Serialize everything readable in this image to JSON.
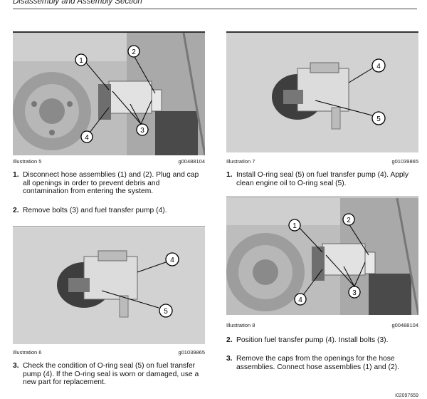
{
  "header": {
    "section_title": "Disassembly and Assembly Section"
  },
  "illustrations": [
    {
      "label": "Illustration 5",
      "code": "g00488104",
      "callouts": [
        "1",
        "2",
        "3",
        "4"
      ]
    },
    {
      "label": "Illustration 6",
      "code": "g01039865",
      "callouts": [
        "4",
        "5"
      ]
    },
    {
      "label": "Illustration 7",
      "code": "g01039865",
      "callouts": [
        "4",
        "5"
      ]
    },
    {
      "label": "Illustration 8",
      "code": "g00488104",
      "callouts": [
        "1",
        "2",
        "3",
        "4"
      ]
    }
  ],
  "steps": {
    "left": [
      {
        "num": "1.",
        "text": "Disconnect hose assemblies (1) and (2). Plug and cap all openings in order to prevent debris and contamination from entering the system."
      },
      {
        "num": "2.",
        "text": "Remove bolts (3) and fuel transfer pump (4)."
      },
      {
        "num": "3.",
        "text": "Check the condition of O-ring seal (5) on fuel transfer pump (4). If the O-ring seal is worn or damaged, use a new part for replacement."
      }
    ],
    "right": [
      {
        "num": "1.",
        "text": "Install O-ring seal (5) on fuel transfer pump (4). Apply clean engine oil to O-ring seal (5)."
      },
      {
        "num": "2.",
        "text": "Position fuel transfer pump (4). Install bolts (3)."
      },
      {
        "num": "3.",
        "text": "Remove the caps from the openings for the hose assemblies. Connect hose assemblies (1) and (2)."
      }
    ]
  },
  "footer": {
    "doc_id": "i02097659"
  }
}
